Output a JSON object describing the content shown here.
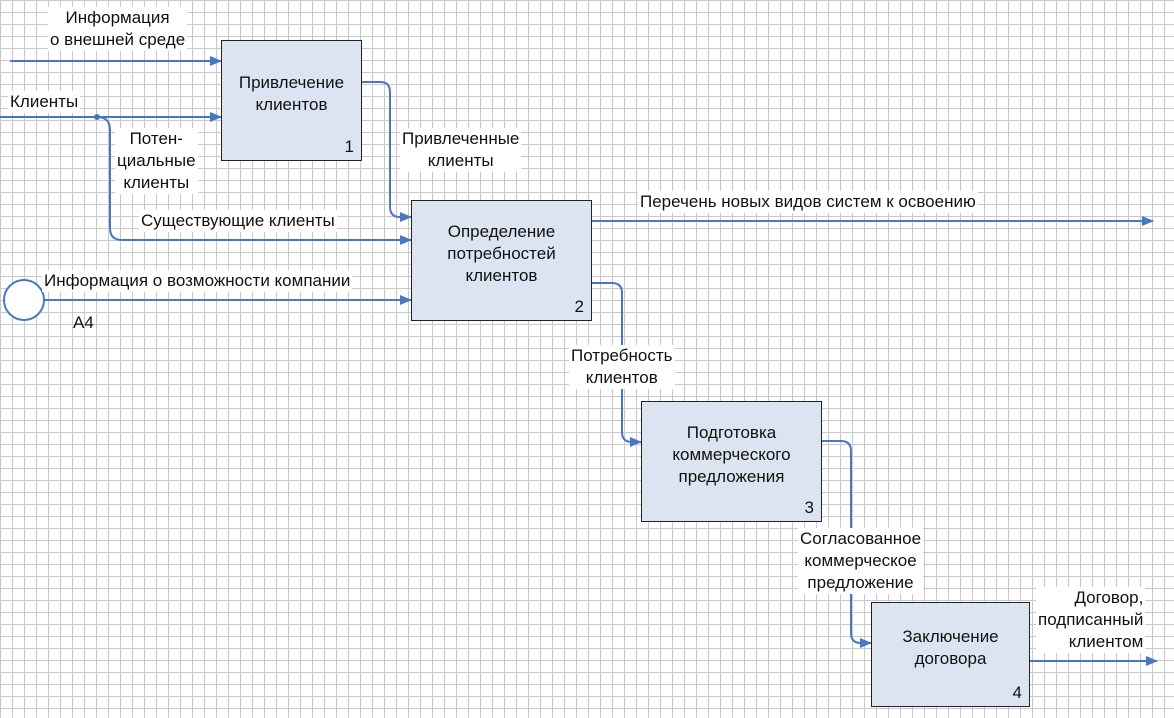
{
  "colors": {
    "connector": "#4a78c0",
    "box_fill": "#dde4f1",
    "box_border": "#222222",
    "grid": "#c9c9c9"
  },
  "boxes": [
    {
      "title": "Привлечение\nклиентов",
      "number": "1"
    },
    {
      "title": "Определение\nпотребностей\nклиентов",
      "number": "2"
    },
    {
      "title": "Подготовка\nкоммерческого\nпредложения",
      "number": "3"
    },
    {
      "title": "Заключение\nдоговора",
      "number": "4"
    }
  ],
  "arrows": {
    "info_external": "Информация\nо внешней среде",
    "clients": "Клиенты",
    "potential_clients": "Потен-\nциальные\nклиенты",
    "existing_clients": "Существующие клиенты",
    "company_info": "Информация о возможности компании",
    "attracted_clients": "Привлеченные\nклиенты",
    "new_systems_list": "Перечень новых видов систем к освоению",
    "client_needs": "Потребность\nклиентов",
    "agreed_offer": "Согласованное\nкоммерческое\nпредложение",
    "signed_contract": "Договор,\nподписанный\nклиентом"
  },
  "reference": {
    "label": "A4"
  }
}
